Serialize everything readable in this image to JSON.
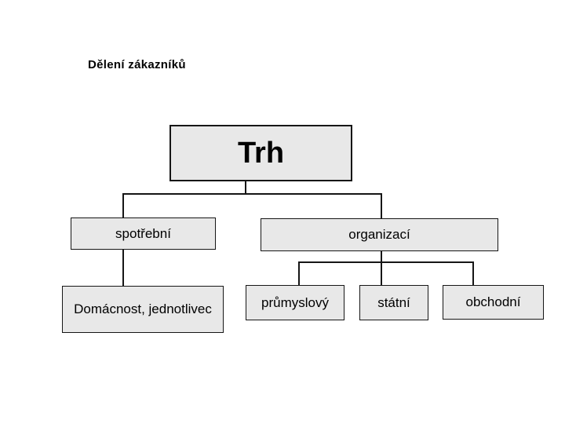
{
  "header": {
    "title": "Dělení zákazníků"
  },
  "diagram": {
    "type": "org-chart",
    "nodes": {
      "trh": {
        "label": "Trh"
      },
      "spotrebni": {
        "label": "spotřební"
      },
      "organizaci": {
        "label": "organizací"
      },
      "domacnost": {
        "label": "Domácnost, jednotlivec"
      },
      "prumyslovy": {
        "label": "průmyslový"
      },
      "statni": {
        "label": "státní"
      },
      "obchodni": {
        "label": "obchodní"
      }
    },
    "edges": [
      [
        "trh",
        "spotrebni"
      ],
      [
        "trh",
        "organizaci"
      ],
      [
        "spotrebni",
        "domacnost"
      ],
      [
        "organizaci",
        "prumyslovy"
      ],
      [
        "organizaci",
        "statni"
      ],
      [
        "organizaci",
        "obchodni"
      ]
    ]
  },
  "colors": {
    "background": "#ffffff",
    "box_fill": "#e8e8e8",
    "box_border": "#161616",
    "connector": "#161616",
    "text": "#000000"
  }
}
